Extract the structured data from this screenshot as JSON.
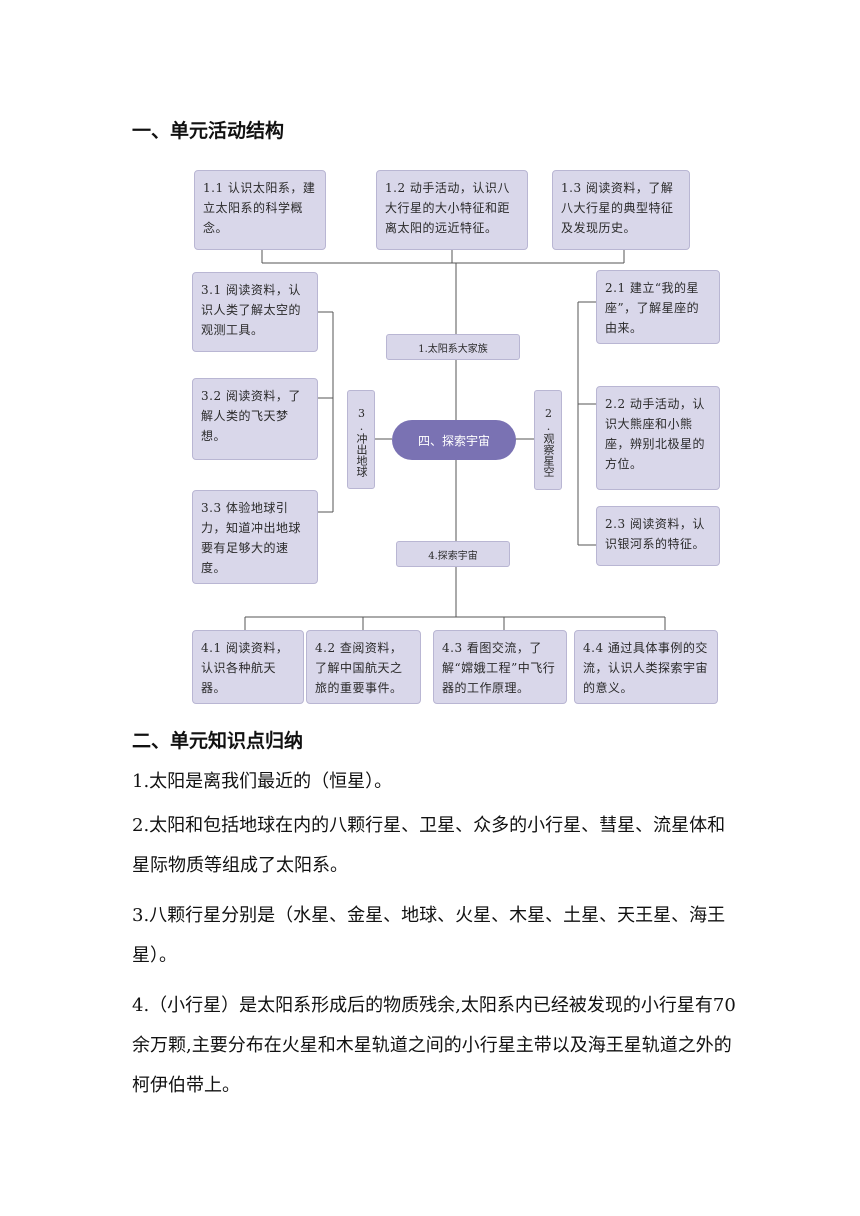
{
  "section1": {
    "heading": "一、单元活动结构"
  },
  "diagram": {
    "center": "四、探索宇宙",
    "branches": {
      "b1": "1.太阳系大家族",
      "b2": "2.观察星空",
      "b3": "3.冲出地球",
      "b4": "4.探索宇宙"
    },
    "boxes": {
      "a11": "1.1 认识太阳系，建立太阳系的科学概念。",
      "a12": "1.2 动手活动，认识八大行星的大小特征和距离太阳的远近特征。",
      "a13": "1.3 阅读资料，了解八大行星的典型特征及发现历史。",
      "a21": "2.1 建立“我的星座”，了解星座的由来。",
      "a22": "2.2 动手活动，认识大熊座和小熊座，辨别北极星的方位。",
      "a23": "2.3 阅读资料，认识银河系的特征。",
      "a31": "3.1 阅读资料，认识人类了解太空的观测工具。",
      "a32": "3.2 阅读资料，了解人类的飞天梦想。",
      "a33": "3.3 体验地球引力，知道冲出地球要有足够大的速度。",
      "a41": "4.1 阅读资料，认识各种航天器。",
      "a42": "4.2 查阅资料，了解中国航天之旅的重要事件。",
      "a43": "4.3 看图交流，了解“嫦娥工程”中飞行器的工作原理。",
      "a44": "4.4 通过具体事例的交流，认识人类探索宇宙的意义。"
    }
  },
  "section2": {
    "heading": "二、单元知识点归纳",
    "items": [
      "1.太阳是离我们最近的（恒星）。",
      "2.太阳和包括地球在内的八颗行星、卫星、众多的小行星、彗星、流星体和星际物质等组成了太阳系。",
      "3.八颗行星分别是（水星、金星、地球、火星、木星、土星、天王星、海王星）。",
      "4.（小行星）是太阳系形成后的物质残余,太阳系内已经被发现的小行星有70余万颗,主要分布在火星和木星轨道之间的小行星主带以及海王星轨道之外的柯伊伯带上。"
    ]
  }
}
